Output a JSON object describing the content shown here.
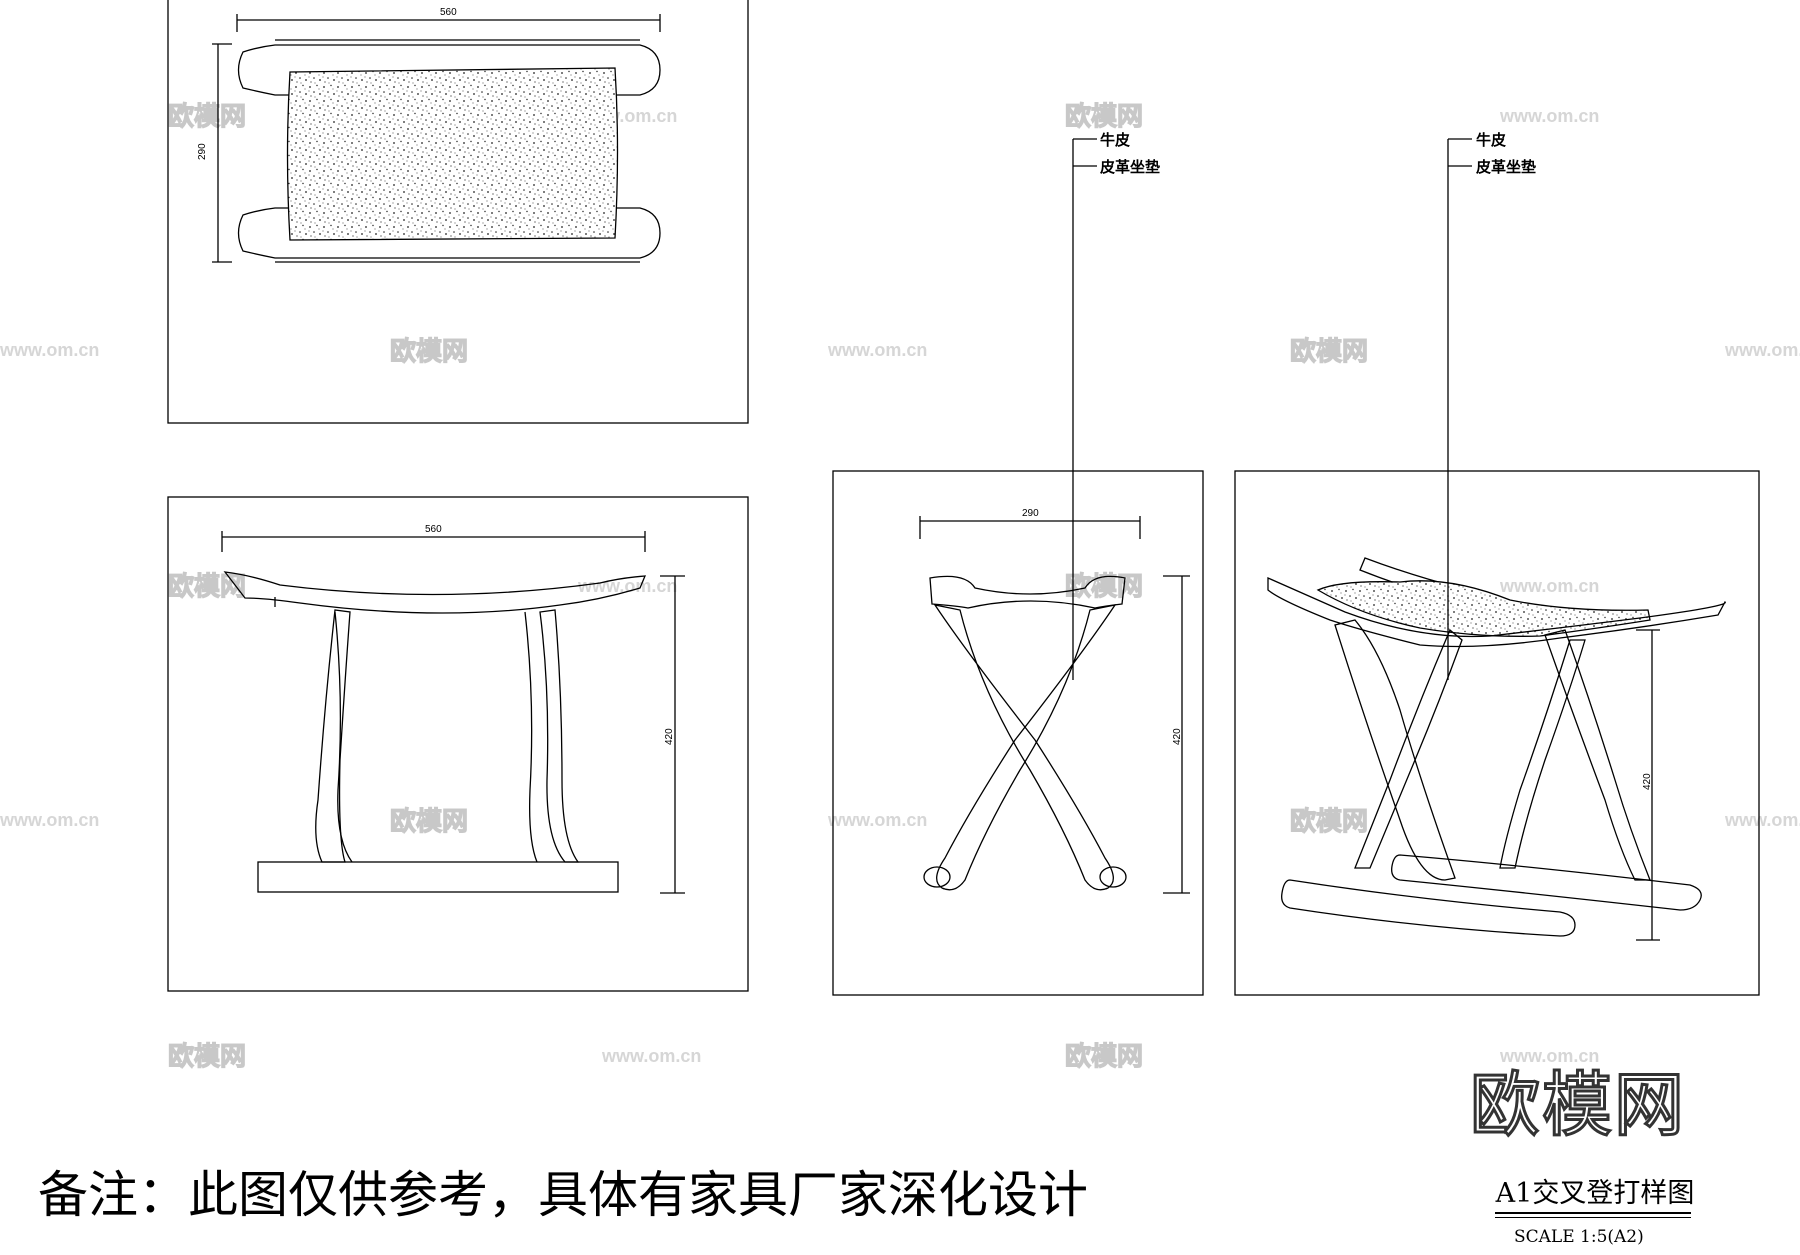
{
  "views": {
    "top_plan": {
      "dim_width": "560",
      "dim_depth": "290"
    },
    "front_elevation": {
      "dim_width": "560",
      "dim_height": "420"
    },
    "side_elevation": {
      "dim_width": "290",
      "dim_height": "420",
      "callout_1": "牛皮",
      "callout_2": "皮革坐垫"
    },
    "perspective": {
      "dim_height": "420",
      "callout_1": "牛皮",
      "callout_2": "皮革坐垫"
    }
  },
  "watermarks": {
    "brand": "欧模网",
    "url": "www.om.cn"
  },
  "logo": "欧模网",
  "note": "备注：此图仅供参考，具体有家具厂家深化设计",
  "title_block": {
    "title": "A1交叉登打样图",
    "scale": "SCALE  1:5(A2)"
  }
}
